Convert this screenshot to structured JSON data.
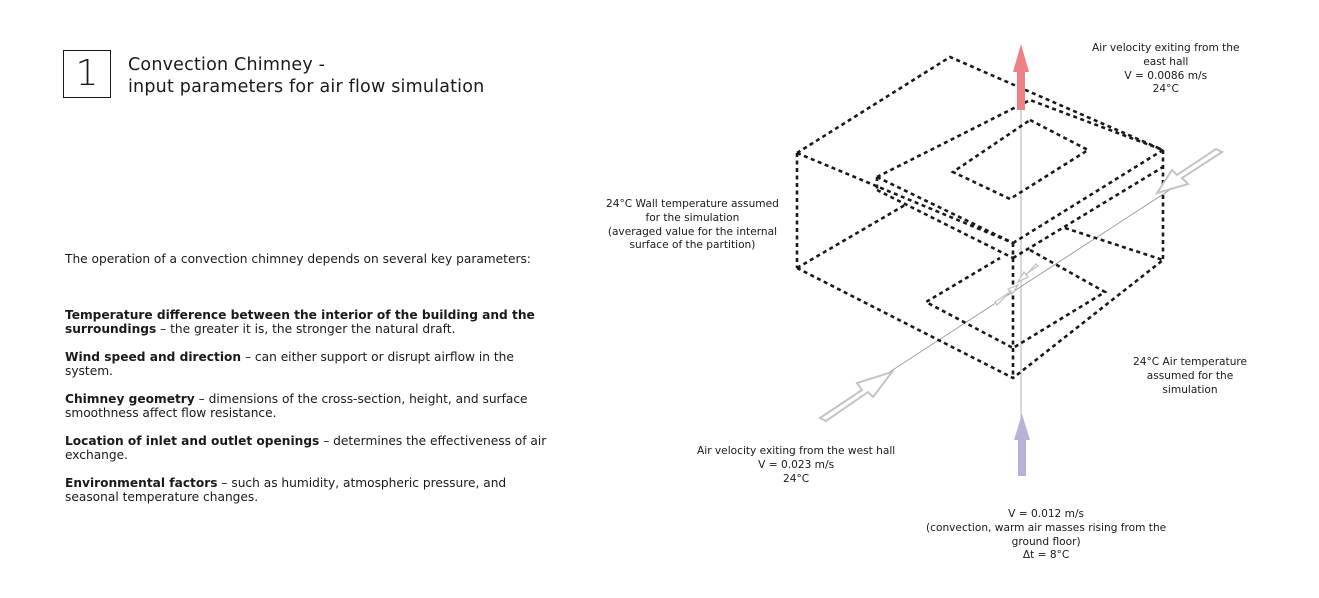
{
  "header": {
    "number": "1",
    "title_line1": "Convection Chimney  -",
    "title_line2": "input parameters for air flow simulation"
  },
  "intro": "The operation of a convection chimney depends on several key parameters:",
  "parameters": [
    {
      "term": "Temperature difference between the interior of the building and the surroundings",
      "desc": " – the greater it is, the stronger the natural draft."
    },
    {
      "term": "Wind speed and direction",
      "desc": " – can either support or disrupt airflow in the system."
    },
    {
      "term": "Chimney geometry",
      "desc": " – dimensions of the cross-section, height, and surface smoothness affect flow resistance."
    },
    {
      "term": "Location of inlet and outlet openings",
      "desc": " – determines the effectiveness of air exchange."
    },
    {
      "term": "Environmental factors",
      "desc": " – such as humidity, atmospheric pressure, and seasonal temperature changes."
    }
  ],
  "diagram": {
    "east_hall": {
      "line1": "Air velocity exiting from the",
      "line2": "east hall",
      "velocity": "V = 0.0086 m/s",
      "temp": "24°C"
    },
    "wall_temp": {
      "line1": "24°C Wall temperature assumed",
      "line2": "for the simulation",
      "line3": "(averaged value for the internal",
      "line4": "surface of the partition)"
    },
    "air_temp": {
      "line1": "24°C Air temperature",
      "line2": "assumed for the",
      "line3": "simulation"
    },
    "west_hall": {
      "line1": "Air velocity exiting from the west hall",
      "velocity": "V = 0.023 m/s",
      "temp": "24°C"
    },
    "convection": {
      "velocity": "V = 0.012 m/s",
      "line2": "(convection, warm air masses rising from the",
      "line3": "ground floor)",
      "delta": "Δt = 8°C"
    },
    "colors": {
      "outlet_arrow": "#f07f86",
      "inlet_arrow": "#b7b3d8",
      "wind_arrow": "#c8c8c8",
      "dashed_lines": "#1a1a1a"
    }
  }
}
